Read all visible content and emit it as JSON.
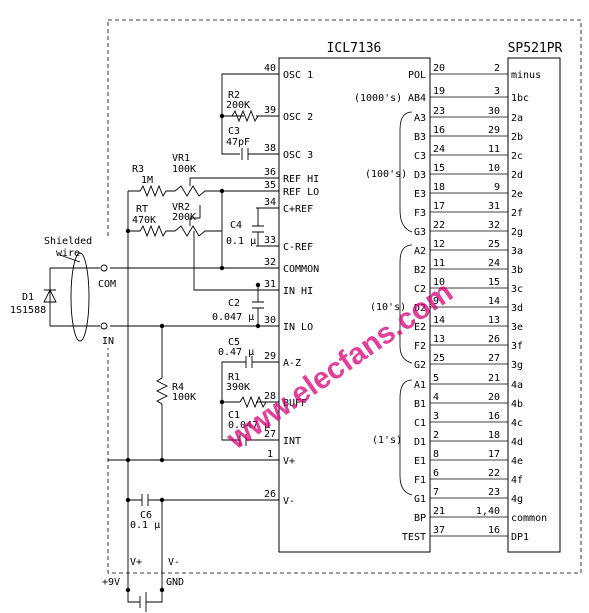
{
  "chips": {
    "left_title": "ICL7136",
    "right_title": "SP521PR"
  },
  "icl_left_pins": [
    {
      "num": "40",
      "name": "OSC 1"
    },
    {
      "num": "39",
      "name": "OSC 2"
    },
    {
      "num": "38",
      "name": "OSC 3"
    },
    {
      "num": "36",
      "name": "REF HI"
    },
    {
      "num": "35",
      "name": "REF LO"
    },
    {
      "num": "34",
      "name": "C+REF"
    },
    {
      "num": "33",
      "name": "C-REF"
    },
    {
      "num": "32",
      "name": "COMMON"
    },
    {
      "num": "31",
      "name": "IN HI"
    },
    {
      "num": "30",
      "name": "IN LO"
    },
    {
      "num": "29",
      "name": "A-Z"
    },
    {
      "num": "28",
      "name": "BUFF"
    },
    {
      "num": "27",
      "name": "INT"
    },
    {
      "num": "1",
      "name": "V+"
    },
    {
      "num": "26",
      "name": "V-"
    }
  ],
  "icl_right_pins": [
    {
      "name": "POL",
      "pin": "20"
    },
    {
      "name": "AB4",
      "pin": "19"
    },
    {
      "name": "A3",
      "pin": "23"
    },
    {
      "name": "B3",
      "pin": "16"
    },
    {
      "name": "C3",
      "pin": "24"
    },
    {
      "name": "D3",
      "pin": "15"
    },
    {
      "name": "E3",
      "pin": "18"
    },
    {
      "name": "F3",
      "pin": "17"
    },
    {
      "name": "G3",
      "pin": "22"
    },
    {
      "name": "A2",
      "pin": "12"
    },
    {
      "name": "B2",
      "pin": "11"
    },
    {
      "name": "C2",
      "pin": "10"
    },
    {
      "name": "D2",
      "pin": "9"
    },
    {
      "name": "E2",
      "pin": "14"
    },
    {
      "name": "F2",
      "pin": "13"
    },
    {
      "name": "G2",
      "pin": "25"
    },
    {
      "name": "A1",
      "pin": "5"
    },
    {
      "name": "B1",
      "pin": "4"
    },
    {
      "name": "C1",
      "pin": "3"
    },
    {
      "name": "D1",
      "pin": "2"
    },
    {
      "name": "E1",
      "pin": "8"
    },
    {
      "name": "F1",
      "pin": "6"
    },
    {
      "name": "G1",
      "pin": "7"
    },
    {
      "name": "BP",
      "pin": "21"
    },
    {
      "name": "TEST",
      "pin": "37"
    }
  ],
  "sp_pins": [
    {
      "pin": "2",
      "name": "minus"
    },
    {
      "pin": "3",
      "name": "1bc"
    },
    {
      "pin": "30",
      "name": "2a"
    },
    {
      "pin": "29",
      "name": "2b"
    },
    {
      "pin": "11",
      "name": "2c"
    },
    {
      "pin": "10",
      "name": "2d"
    },
    {
      "pin": "9",
      "name": "2e"
    },
    {
      "pin": "31",
      "name": "2f"
    },
    {
      "pin": "32",
      "name": "2g"
    },
    {
      "pin": "25",
      "name": "3a"
    },
    {
      "pin": "24",
      "name": "3b"
    },
    {
      "pin": "15",
      "name": "3c"
    },
    {
      "pin": "14",
      "name": "3d"
    },
    {
      "pin": "13",
      "name": "3e"
    },
    {
      "pin": "26",
      "name": "3f"
    },
    {
      "pin": "27",
      "name": "3g"
    },
    {
      "pin": "21",
      "name": "4a"
    },
    {
      "pin": "20",
      "name": "4b"
    },
    {
      "pin": "16",
      "name": "4c"
    },
    {
      "pin": "18",
      "name": "4d"
    },
    {
      "pin": "17",
      "name": "4e"
    },
    {
      "pin": "22",
      "name": "4f"
    },
    {
      "pin": "23",
      "name": "4g"
    },
    {
      "pin": "1,40",
      "name": "common"
    },
    {
      "pin": "16",
      "name": "DP1"
    }
  ],
  "groups": {
    "thousands": "(1000's)",
    "hundreds": "(100's)",
    "tens": "(10's)",
    "ones": "(1's)"
  },
  "components": {
    "r2_name": "R2",
    "r2_val": "200K",
    "c3_name": "C3",
    "c3_val": "47pF",
    "r3_name": "R3",
    "r3_val": "1M",
    "vr1_name": "VR1",
    "vr1_val": "100K",
    "rt_name": "RT",
    "rt_val": "470K",
    "vr2_name": "VR2",
    "vr2_val": "200K",
    "c4_name": "C4",
    "c4_val": "0.1 μ",
    "c2_name": "C2",
    "c2_val": "0.047 μ",
    "c5_name": "C5",
    "c5_val": "0.47 μ",
    "r1_name": "R1",
    "r1_val": "390K",
    "c1_name": "C1",
    "c1_val": "0.047 μ",
    "r4_name": "R4",
    "r4_val": "100K",
    "c6_name": "C6",
    "c6_val": "0.1 μ",
    "d1_name": "D1",
    "d1_val": "1S1588"
  },
  "labels": {
    "shielded": "Shielded",
    "wire": "wire",
    "com": "COM",
    "in": "IN",
    "vplus": "V+",
    "vminus": "V-",
    "plus9v": "+9V",
    "gnd": "GND"
  },
  "watermark": "www.elecfans.com"
}
